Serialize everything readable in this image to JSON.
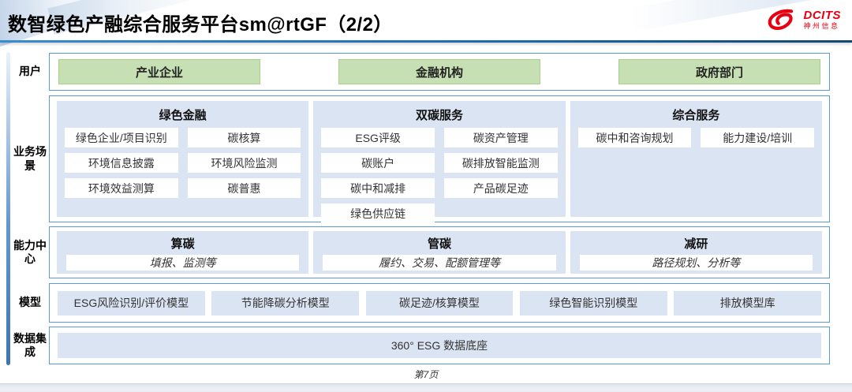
{
  "header": {
    "title": "数智绿色产融综合服务平台sm@rtGF（2/2）",
    "logo": {
      "brand": "DCITS",
      "brand_cn": "神州信息",
      "icon": "dcits-swirl-icon",
      "color": "#e60012"
    }
  },
  "rows": {
    "users": {
      "label": "用户",
      "items": [
        "产业企业",
        "金融机构",
        "政府部门"
      ]
    },
    "scenarios": {
      "label": "业务场景",
      "groups": [
        {
          "title": "绿色金融",
          "items": [
            "绿色企业/项目识别",
            "碳核算",
            "环境信息披露",
            "环境风险监测",
            "环境效益测算",
            "碳普惠"
          ]
        },
        {
          "title": "双碳服务",
          "items": [
            "ESG评级",
            "碳资产管理",
            "碳账户",
            "碳排放智能监测",
            "碳中和减排",
            "产品碳足迹",
            "绿色供应链"
          ]
        },
        {
          "title": "综合服务",
          "items": [
            "碳中和咨询规划",
            "能力建设/培训"
          ]
        }
      ]
    },
    "capabilities": {
      "label": "能力中心",
      "groups": [
        {
          "title": "算碳",
          "desc": "填报、监测等"
        },
        {
          "title": "管碳",
          "desc": "履约、交易、配额管理等"
        },
        {
          "title": "减研",
          "desc": "路径规划、分析等"
        }
      ]
    },
    "models": {
      "label": "模型",
      "items": [
        "ESG风险识别/评价模型",
        "节能降碳分析模型",
        "碳足迹/核算模型",
        "绿色智能识别模型",
        "排放模型库"
      ]
    },
    "data_integration": {
      "label": "数据集成",
      "items": [
        "360° ESG 数据底座"
      ]
    }
  },
  "footer": {
    "page": "第7页"
  },
  "colors": {
    "row_border": "#5b9bd5",
    "panel_fill": "#dbe4f2",
    "user_chip_fill": "#c6e0b4",
    "user_chip_border": "#a9d18e",
    "brand_red": "#e60012",
    "underline_blue": "#1f6dae"
  }
}
